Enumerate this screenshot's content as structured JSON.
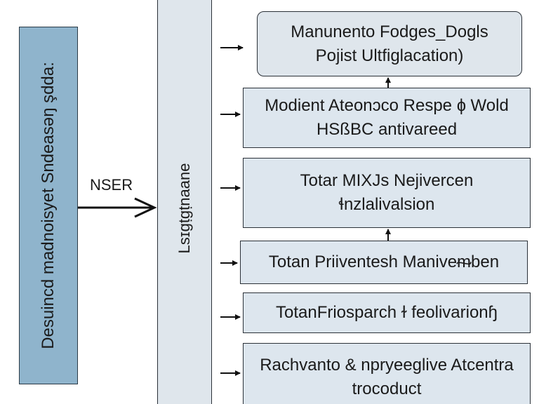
{
  "left_box": {
    "text": "Desuincd madnoisyet Sndeasəŋ şdda:"
  },
  "input_label": "NSER",
  "center_box": {
    "text": "Lsɪgṭgṭnaane"
  },
  "right_boxes": [
    {
      "line1": "Manunento Fodges_Dogls",
      "line2": "Pojist Ultfiglacation)"
    },
    {
      "line1": "Modient Ateonɔco Respe ɸ Wold",
      "line2": "HSßBC antivareed"
    },
    {
      "line1": "Totar MIXJs Nejivercen",
      "line2": "ɬnzlalivalsion"
    },
    {
      "line1": "Totan Priiventesh Maniveᵯben",
      "line2": ""
    },
    {
      "line1": "TotanFriosparch ɫ feolivarionɧ",
      "line2": ""
    },
    {
      "line1": "Rachvanto & npryeeglive Atcentra",
      "line2": "trocoduct"
    }
  ],
  "colors": {
    "left_fill": "#8fb4cc",
    "box_fill": "#dde6ee",
    "stroke": "#2b3138"
  }
}
